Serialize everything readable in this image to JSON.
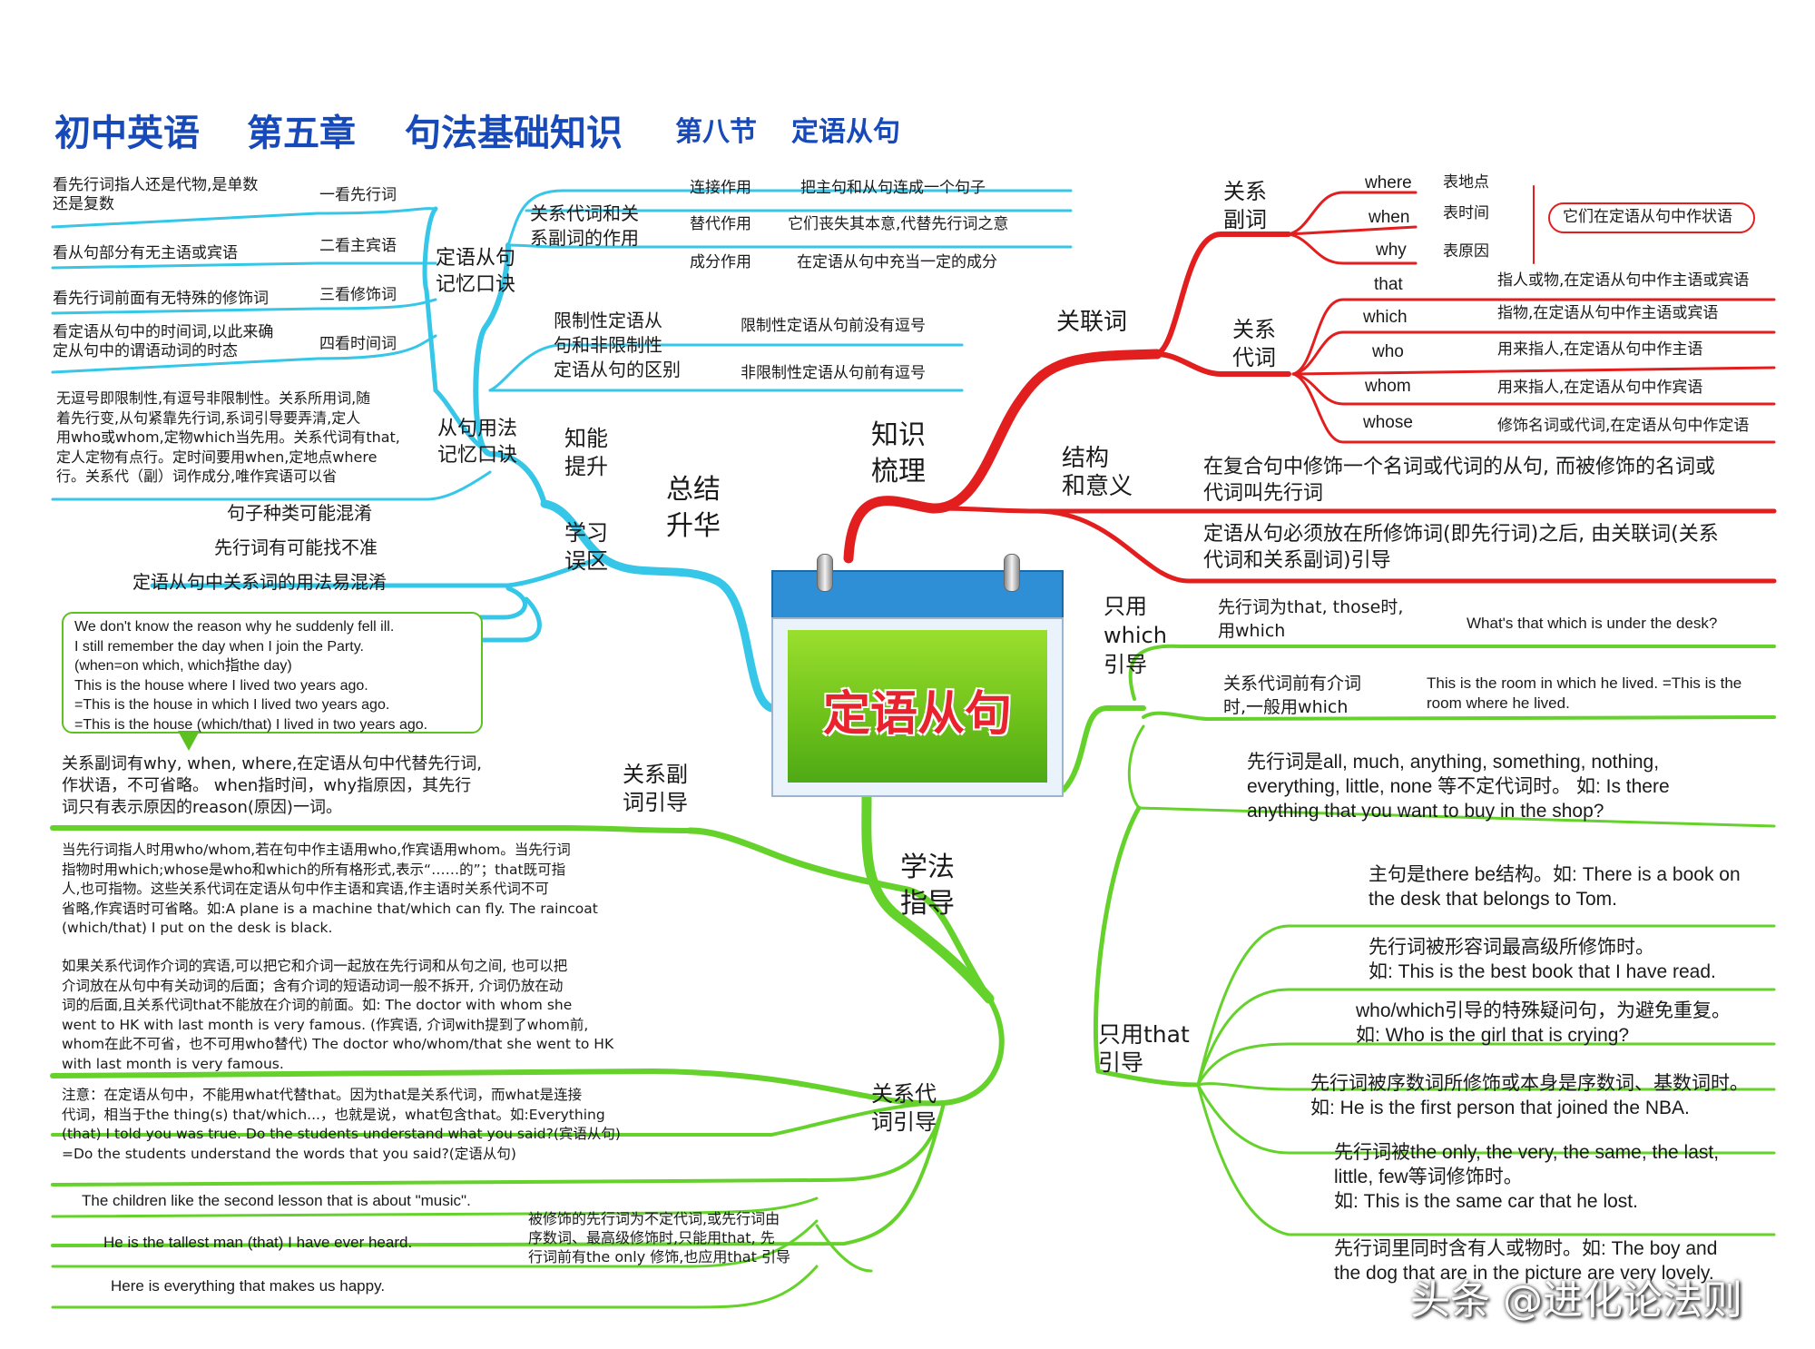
{
  "header": {
    "title_1": "初中英语",
    "title_2": "第五章",
    "title_3": "句法基础知识",
    "section": "第八节",
    "section_title": "定语从句"
  },
  "center": {
    "label": "定语从句"
  },
  "colors": {
    "red": "#e21e1e",
    "blue": "#35c6e8",
    "green": "#64d22a",
    "title": "#1749b8"
  },
  "branches": {
    "zhishi": {
      "label": "知识\n梳理",
      "guanlianci": {
        "label": "关联词",
        "guanxi_fuci": {
          "label": "关系\n副词",
          "items": [
            {
              "word": "where",
              "meaning": "表地点"
            },
            {
              "word": "when",
              "meaning": "表时间"
            },
            {
              "word": "why",
              "meaning": "表原因"
            }
          ],
          "summary": "它们在定语从句中作状语"
        },
        "guanxi_daici": {
          "label": "关系\n代词",
          "items": [
            {
              "word": "that",
              "meaning": "指人或物,在定语从句中作主语或宾语"
            },
            {
              "word": "which",
              "meaning": "指物,在定语从句中作主语或宾语"
            },
            {
              "word": "who",
              "meaning": "用来指人,在定语从句中作主语"
            },
            {
              "word": "whom",
              "meaning": "用来指人,在定语从句中作宾语"
            },
            {
              "word": "whose",
              "meaning": "修饰名词或代词,在定语从句中作定语"
            }
          ]
        }
      },
      "jiegou": {
        "label": "结构\n和意义",
        "items": [
          "在复合句中修饰一个名词或代词的从句, 而被修饰的名词或\n代词叫先行词",
          "定语从句必须放在所修饰词(即先行词)之后, 由关联词(关系\n代词和关系副词)引导"
        ]
      }
    },
    "zongjie": {
      "label": "总结\n升华",
      "zhineng": {
        "label": "知能\n提升",
        "zuoyong": {
          "label": "关系代词和关\n系副词的作用",
          "items": [
            {
              "name": "连接作用",
              "desc": "把主句和从句连成一个句子"
            },
            {
              "name": "替代作用",
              "desc": "它们丧失其本意,代替先行词之意"
            },
            {
              "name": "成分作用",
              "desc": "在定语从句中充当一定的成分"
            }
          ]
        },
        "qubie": {
          "label": "限制性定语从\n句和非限制性\n定语从句的区别",
          "items": [
            "限制性定语从句前没有逗号",
            "非限制性定语从句前有逗号"
          ]
        },
        "jiyi": {
          "label": "定语从句\n记忆口诀",
          "items": [
            {
              "key": "一看先行词",
              "desc": "看先行词指人还是代物,是单数\n还是复数"
            },
            {
              "key": "二看主宾语",
              "desc": "看从句部分有无主语或宾语"
            },
            {
              "key": "三看修饰词",
              "desc": "看先行词前面有无特殊的修饰词"
            },
            {
              "key": "四看时间词",
              "desc": "看定语从句中的时间词,以此来确\n定从句中的谓语动词的时态"
            }
          ]
        },
        "yongfa": {
          "label": "从句用法\n记忆口诀",
          "text": "无逗号即限制性,有逗号非限制性。关系所用词,随\n着先行变,从句紧靠先行词,系词引导要弄清,定人\n用who或whom,定物which当先用。关系代词有that,\n定人定物有点行。定时间要用when,定地点where\n行。关系代（副）词作成分,唯作宾语可以省"
        }
      },
      "wuqu": {
        "label": "学习\n误区",
        "items": [
          "句子种类可能混淆",
          "先行词有可能找不准",
          "定语从句中关系词的用法易混淆"
        ]
      }
    },
    "xuefa": {
      "label": "学法\n指导",
      "fuci_yindao": {
        "label": "关系副\n词引导",
        "bubble": "We don't know the reason why he suddenly fell ill.\nI still remember the day when I join the Party.\n(when=on which, which指the day)\nThis is the house where I lived two years ago.\n=This is the house in which I lived two years ago.\n=This is the house (which/that) I lived in two years ago.",
        "text": "关系副词有why, when, where,在定语从句中代替先行词,\n作状语，不可省略。 when指时间，why指原因，其先行\n词只有表示原因的reason(原因)一词。"
      },
      "daici_yindao": {
        "label": "关系代\n词引导",
        "notes": [
          "当先行词指人时用who/whom,若在句中作主语用who,作宾语用whom。当先行词\n指物时用which;whose是who和which的所有格形式,表示“……的”；that既可指\n人,也可指物。这些关系代词在定语从句中作主语和宾语,作主语时关系代词不可\n省略,作宾语时可省略。如:A plane is a machine that/which can fly.  The raincoat\n(which/that) I put on the desk is black.",
          "如果关系代词作介词的宾语,可以把它和介词一起放在先行词和从句之间, 也可以把\n介词放在从句中有关动词的后面；含有介词的短语动词一般不拆开, 介词仍放在动\n词的后面,且关系代词that不能放在介词的前面。如: The doctor with whom she\nwent to HK with last month is very famous. (作宾语, 介词with提到了whom前,\nwhom在此不可省，也不可用who替代)  The doctor who/whom/that she went to HK\nwith last month is very famous.",
          "注意：在定语从句中，不能用what代替that。因为that是关系代词，而what是连接\n代词，相当于the thing(s) that/which...，也就是说，what包含that。如:Everything\n(that) I told you was true. Do the students understand what you said?(宾语从句)\n=Do the students understand the words that you said?(定语从句)"
        ],
        "only_that_rule": "被修饰的先行词为不定代词,或先行词由\n序数词、最高级修饰时,只能用that, 先\n行词前有the only 修饰,也应用that 引导",
        "examples": [
          "The children like the second lesson that is about \"music\".",
          "He is the tallest man (that) I have ever heard.",
          "Here is everything that makes us happy."
        ]
      },
      "only_which": {
        "label": "只用\nwhich\n引导",
        "items": [
          {
            "cond": "先行词为that, those时,\n用which",
            "example": "What's that which is under the desk?"
          },
          {
            "cond": "关系代词前有介词\n时,一般用which",
            "example": "This is the room in which he lived. =This is the\nroom where he lived."
          }
        ]
      },
      "only_that": {
        "label": "只用that\n引导",
        "items": [
          "先行词是all, much, anything, something, nothing,\neverything, little, none 等不定代词时。 如: Is there\nanything that you want to buy in the shop?",
          "主句是there be结构。如: There is a book on\nthe desk that belongs to Tom.",
          "先行词被形容词最高级所修饰时。\n 如: This is the best book that I have read.",
          "who/which引导的特殊疑问句，为避免重复。\n 如: Who is the girl that is crying?",
          "先行词被序数词所修饰或本身是序数词、基数词时。\n如:   He is the first person that joined the NBA.",
          "先行词被the only, the very, the same, the last,\nlittle, few等词修饰时。\n如: This is the same car that he lost.",
          "先行词里同时含有人或物时。如: The boy and\nthe dog that are in the picture are very lovely."
        ]
      }
    }
  },
  "watermark": "头条 @进化论法则"
}
